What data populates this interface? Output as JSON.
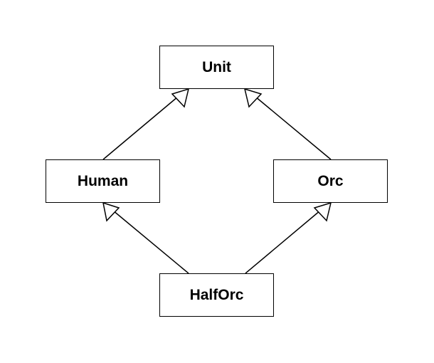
{
  "nodes": {
    "unit": "Unit",
    "human": "Human",
    "orc": "Orc",
    "halforc": "HalfOrc"
  },
  "edges": [
    {
      "from": "Human",
      "to": "Unit",
      "type": "inheritance"
    },
    {
      "from": "Orc",
      "to": "Unit",
      "type": "inheritance"
    },
    {
      "from": "HalfOrc",
      "to": "Human",
      "type": "inheritance"
    },
    {
      "from": "HalfOrc",
      "to": "Orc",
      "type": "inheritance"
    }
  ],
  "colors": {
    "stroke": "#000000",
    "fill": "#ffffff"
  }
}
